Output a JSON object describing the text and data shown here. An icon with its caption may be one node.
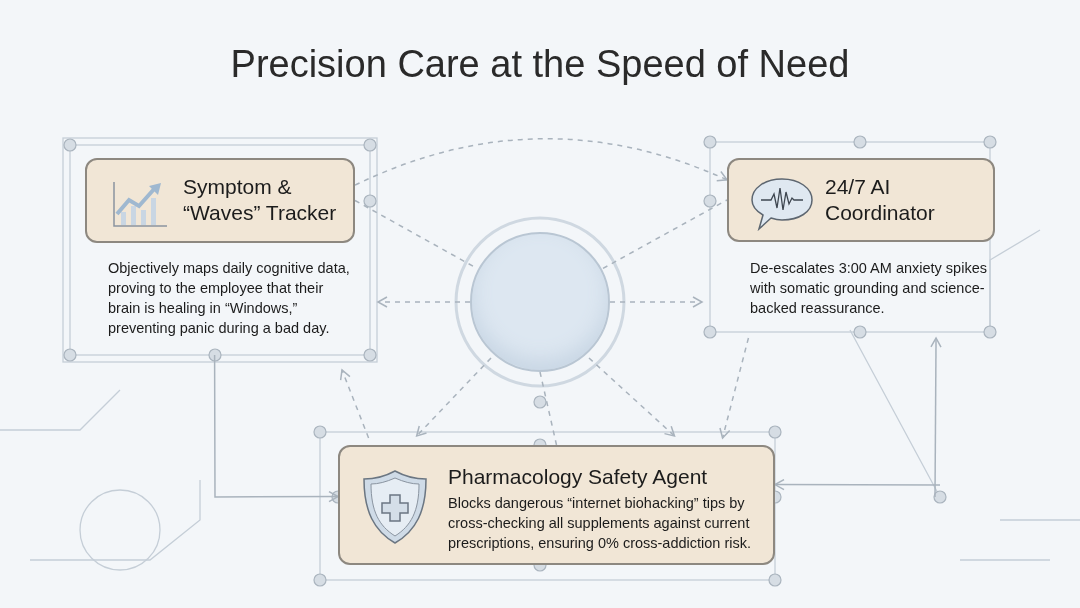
{
  "diagram": {
    "title": "Precision Care at the Speed of Need",
    "nodes": [
      {
        "text": [
          "Symptom & “Waves” Tracker"
        ],
        "beside": [
          "Objectively maps daily cognitive data, proving to the employee that their brain is healing in “Windows,” preventing panic during a bad day."
        ]
      },
      {
        "text": [],
        "shape": "circle"
      },
      {
        "text": [
          "24/7 AI Coordinator"
        ],
        "beside": [
          "De-escalates 3:00 AM anxiety spikes with somatic grounding and science-backed reassurance."
        ]
      },
      {
        "text": [
          "Pharmacology Safety Agent",
          "Blocks dangerous “internet biohacking” tips by cross-checking all supplements against current prescriptions, ensuring 0% cross-addiction risk."
        ]
      }
    ],
    "edges": [
      {
        "from": 0,
        "to": 1,
        "arrow": "none",
        "style": "dashed"
      },
      {
        "from": 1,
        "to": 2,
        "arrow": "none",
        "style": "dashed"
      },
      {
        "from": 0,
        "to": 2,
        "arrow": "to",
        "style": "dashed"
      },
      {
        "from": 1,
        "to": 0,
        "arrow": "to",
        "style": "dashed"
      },
      {
        "from": 1,
        "to": 2,
        "arrow": "to",
        "style": "dashed"
      },
      {
        "from": 1,
        "to": 3,
        "arrow": "to",
        "style": "dashed"
      },
      {
        "from": 1,
        "to": 3,
        "arrow": "to",
        "style": "dashed"
      },
      {
        "from": 1,
        "to": 3,
        "arrow": "none",
        "style": "dashed"
      },
      {
        "from": 0,
        "to": 3,
        "arrow": "to"
      },
      {
        "from": 2,
        "to": 3,
        "arrow": "to",
        "style": "dashed"
      },
      {
        "from": 3,
        "to": 0,
        "arrow": "to",
        "style": "dashed"
      },
      {
        "from": null,
        "to": 2,
        "arrow": "to"
      },
      {
        "from": null,
        "to": 3,
        "arrow": "to"
      }
    ]
  }
}
